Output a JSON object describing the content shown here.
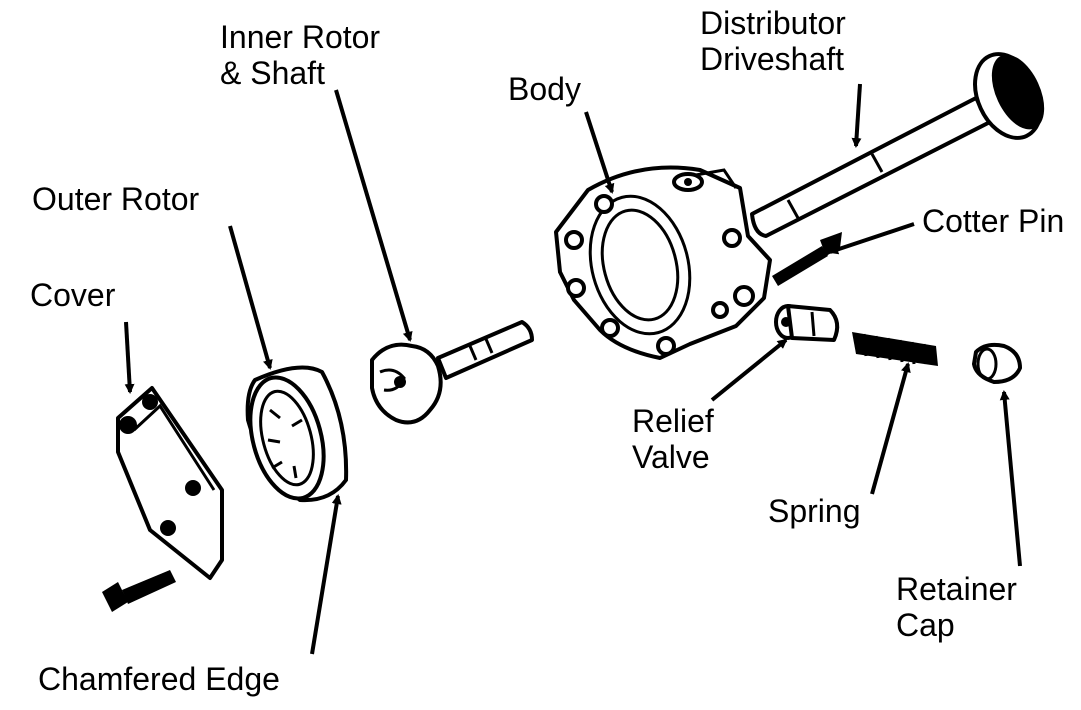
{
  "labels": {
    "inner_rotor_line1": "Inner Rotor",
    "inner_rotor_line2": "& Shaft",
    "distributor_line1": "Distributor",
    "distributor_line2": "Driveshaft",
    "body": "Body",
    "outer_rotor": "Outer Rotor",
    "cotter_pin": "Cotter Pin",
    "cover": "Cover",
    "relief_line1": "Relief",
    "relief_line2": "Valve",
    "spring": "Spring",
    "retainer_line1": "Retainer",
    "retainer_line2": "Cap",
    "chamfered_edge": "Chamfered Edge"
  }
}
